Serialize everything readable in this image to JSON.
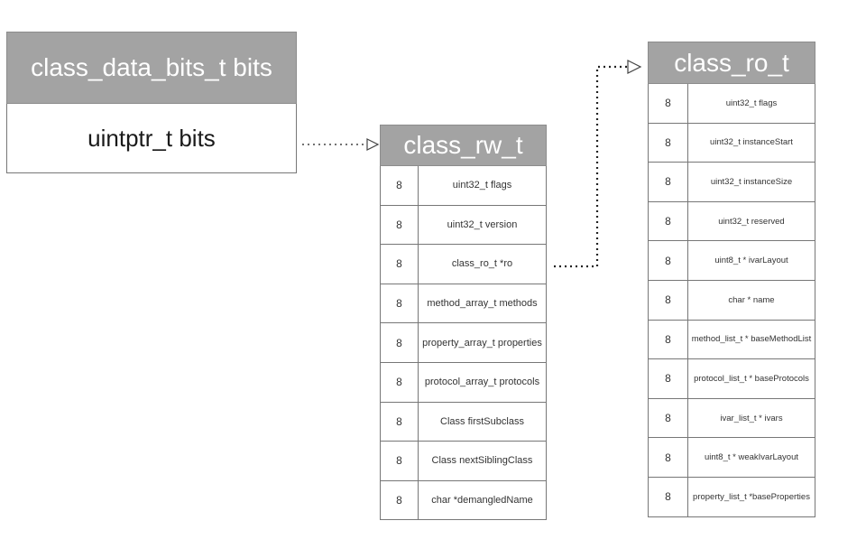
{
  "bits_box": {
    "title": "class_data_bits_t bits",
    "content": "uintptr_t bits"
  },
  "class_rw_t": {
    "title": "class_rw_t",
    "rows": [
      {
        "size": "8",
        "field": "uint32_t flags"
      },
      {
        "size": "8",
        "field": "uint32_t version"
      },
      {
        "size": "8",
        "field": "class_ro_t *ro"
      },
      {
        "size": "8",
        "field": "method_array_t methods"
      },
      {
        "size": "8",
        "field": "property_array_t properties"
      },
      {
        "size": "8",
        "field": "protocol_array_t protocols"
      },
      {
        "size": "8",
        "field": "Class firstSubclass"
      },
      {
        "size": "8",
        "field": "Class nextSiblingClass"
      },
      {
        "size": "8",
        "field": "char *demangledName"
      }
    ]
  },
  "class_ro_t": {
    "title": "class_ro_t",
    "rows": [
      {
        "size": "8",
        "field": "uint32_t flags"
      },
      {
        "size": "8",
        "field": "uint32_t instanceStart"
      },
      {
        "size": "8",
        "field": "uint32_t instanceSize"
      },
      {
        "size": "8",
        "field": "uint32_t reserved"
      },
      {
        "size": "8",
        "field": "uint8_t * ivarLayout"
      },
      {
        "size": "8",
        "field": "char * name"
      },
      {
        "size": "8",
        "field": "method_list_t * baseMethodList"
      },
      {
        "size": "8",
        "field": "protocol_list_t * baseProtocols"
      },
      {
        "size": "8",
        "field": "ivar_list_t * ivars"
      },
      {
        "size": "8",
        "field": "uint8_t * weakIvarLayout"
      },
      {
        "size": "8",
        "field": "property_list_t *baseProperties"
      }
    ]
  },
  "colors": {
    "header_fill": "#a3a3a3",
    "header_text": "#ffffff",
    "border": "#777777",
    "connector": "#444444"
  }
}
